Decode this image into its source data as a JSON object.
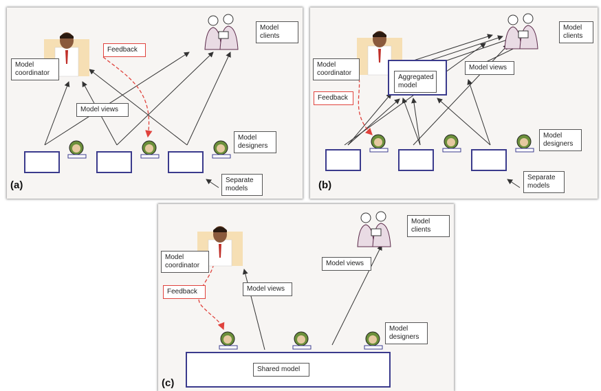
{
  "panels": {
    "a": {
      "tag": "(a)",
      "model_clients": "Model\nclients",
      "model_coordinator": "Model\ncoordinator",
      "feedback": "Feedback",
      "model_views": "Model views",
      "model_designers": "Model\ndesigners",
      "separate_models": "Separate\nmodels"
    },
    "b": {
      "tag": "(b)",
      "model_clients": "Model\nclients",
      "model_coordinator": "Model\ncoordinator",
      "aggregated_model": "Aggregated\nmodel",
      "model_views": "Model views",
      "feedback": "Feedback",
      "model_designers": "Model\ndesigners",
      "separate_models": "Separate\nmodels"
    },
    "c": {
      "tag": "(c)",
      "model_clients": "Model\nclients",
      "model_coordinator": "Model\ncoordinator",
      "feedback": "Feedback",
      "model_views_left": "Model views",
      "model_views_right": "Model views",
      "model_designers": "Model\ndesigners",
      "shared_model": "Shared model"
    }
  },
  "colors": {
    "panel_bg": "#f7f5f3",
    "model_box_border": "#3a3a8c",
    "feedback_red": "#e0423c",
    "arrow": "#333333"
  },
  "icons": [
    "coordinator-icon",
    "clients-icon",
    "designer-icon"
  ]
}
